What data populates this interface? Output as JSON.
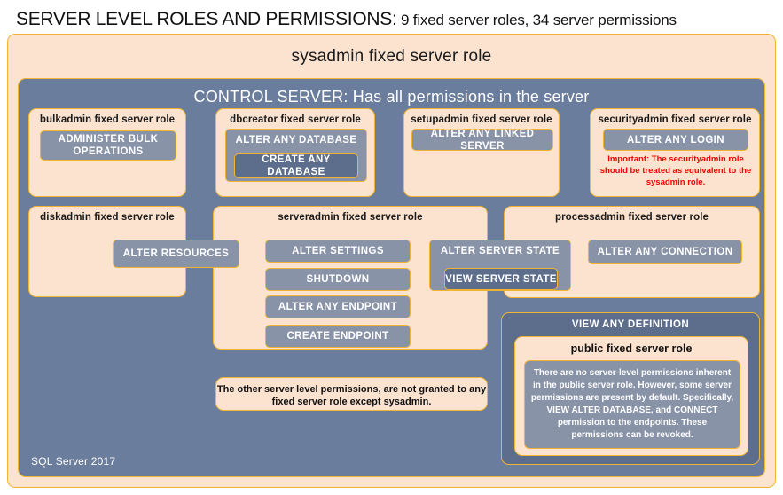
{
  "title": {
    "heading": "SERVER LEVEL ROLES AND PERMISSIONS:",
    "subheading": " 9 fixed server roles, 34 server permissions"
  },
  "colors": {
    "cream": "#fbe3d0",
    "gold_border": "#f0b432",
    "slate": "#6b7d9c",
    "slate_dark": "#5d6e8c",
    "permission_fill": "#8893a8",
    "warning_red": "#f40000"
  },
  "sysadmin": {
    "label": "sysadmin  fixed  server  role"
  },
  "control_server": {
    "label": "CONTROL SERVER: Has all permissions in the server",
    "version_label": "SQL Server 2017"
  },
  "roles": {
    "bulkadmin": {
      "label": "bulkadmin  fixed server role",
      "permissions": [
        "ADMINISTER  BULK OPERATIONS"
      ]
    },
    "dbcreator": {
      "label": "dbcreator fixed server role",
      "permissions": [
        "ALTER ANY DATABASE",
        "CREATE  ANY DATABASE"
      ]
    },
    "setupadmin": {
      "label": "setupadmin fixed server role",
      "permissions": [
        "ALTER ANY LINKED SERVER"
      ]
    },
    "securityadmin": {
      "label": "securityadmin  fixed server role",
      "permissions": [
        "ALTER ANY LOGIN"
      ],
      "note": "Important:  The securityadmin role should  be treated as equivalent to the sysadmin role."
    },
    "diskadmin": {
      "label": "diskadmin  fixed server role",
      "permissions": [
        "ALTER RESOURCES"
      ]
    },
    "serveradmin": {
      "label": "serveradmin fixed server role",
      "permissions": [
        "ALTER SETTINGS",
        "SHUTDOWN",
        "ALTER ANY ENDPOINT",
        "CREATE  ENDPOINT",
        "ALTER SERVER  STATE",
        "VIEW SERVER  STATE"
      ]
    },
    "processadmin": {
      "label": "processadmin fixed server role",
      "permissions": [
        "ALTER ANY CONNECTION"
      ]
    },
    "public": {
      "container_label": "VIEW ANY DEFINITION",
      "label": "public  fixed server role",
      "note": "There are no server-level permissions inherent in the public server role. However, some server permissions are present by default. Specifically, VIEW ALTER DATABASE, and CONNECT permission to the endpoints. These permissions can be revoked."
    }
  },
  "notes": {
    "other_permissions": "The other server level permissions,  are not granted to any fixed server role except sysadmin."
  }
}
